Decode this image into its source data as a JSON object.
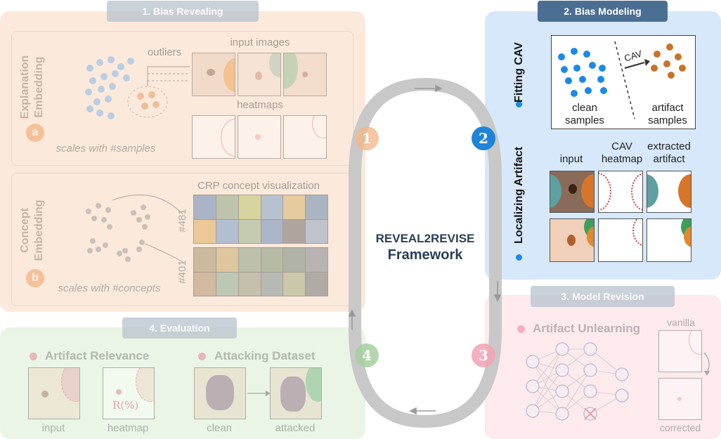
{
  "center": {
    "title_line1": "REVEAL2REVISE",
    "title_line2": "Framework"
  },
  "steps": [
    {
      "number": "1",
      "header": "1. Bias Revealing"
    },
    {
      "number": "2",
      "header": "2. Bias Modeling"
    },
    {
      "number": "3",
      "header": "3. Model Revision"
    },
    {
      "number": "4",
      "header": "4. Evaluation"
    }
  ],
  "bias_revealing": {
    "explanation_label": "Explanation\nEmbedding",
    "explanation_letter": "a",
    "outliers": "outliers",
    "input_images": "input images",
    "heatmaps": "heatmaps",
    "scales_samples": "scales with #samples",
    "concept_label": "Concept\nEmbedding",
    "concept_letter": "b",
    "crp_title": "CRP concept visualization",
    "concept_ids": [
      "#481",
      "#401"
    ],
    "scales_concepts": "scales with #concepts"
  },
  "bias_modeling": {
    "fitting_cav": "Fitting CAV",
    "cav": "CAV",
    "clean_samples": "clean\nsamples",
    "artifact_samples": "artifact\nsamples",
    "localizing_artifact": "Localizing Artifact",
    "col_input": "input",
    "col_cav_heatmap": "CAV\nheatmap",
    "col_extracted": "extracted\nartifact"
  },
  "model_revision": {
    "artifact_unlearning": "Artifact Unlearning",
    "vanilla": "vanilla",
    "corrected": "corrected"
  },
  "evaluation": {
    "artifact_relevance": "Artifact Relevance",
    "attacking_dataset": "Attacking Dataset",
    "input": "input",
    "heatmap": "heatmap",
    "relevance_formula": "R(%)",
    "clean": "clean",
    "attacked": "attacked"
  },
  "colors": {
    "reveal_bg": "#fbe9dc",
    "model_bg": "#d7e8fa",
    "model_header": "#4b6e93",
    "revision_bg": "#fbe3e7",
    "eval_bg": "#e6f3e0",
    "blue_dot": "#1a8ae6",
    "orange_dot": "#c87428",
    "gray_header": "#b9c4cf"
  }
}
